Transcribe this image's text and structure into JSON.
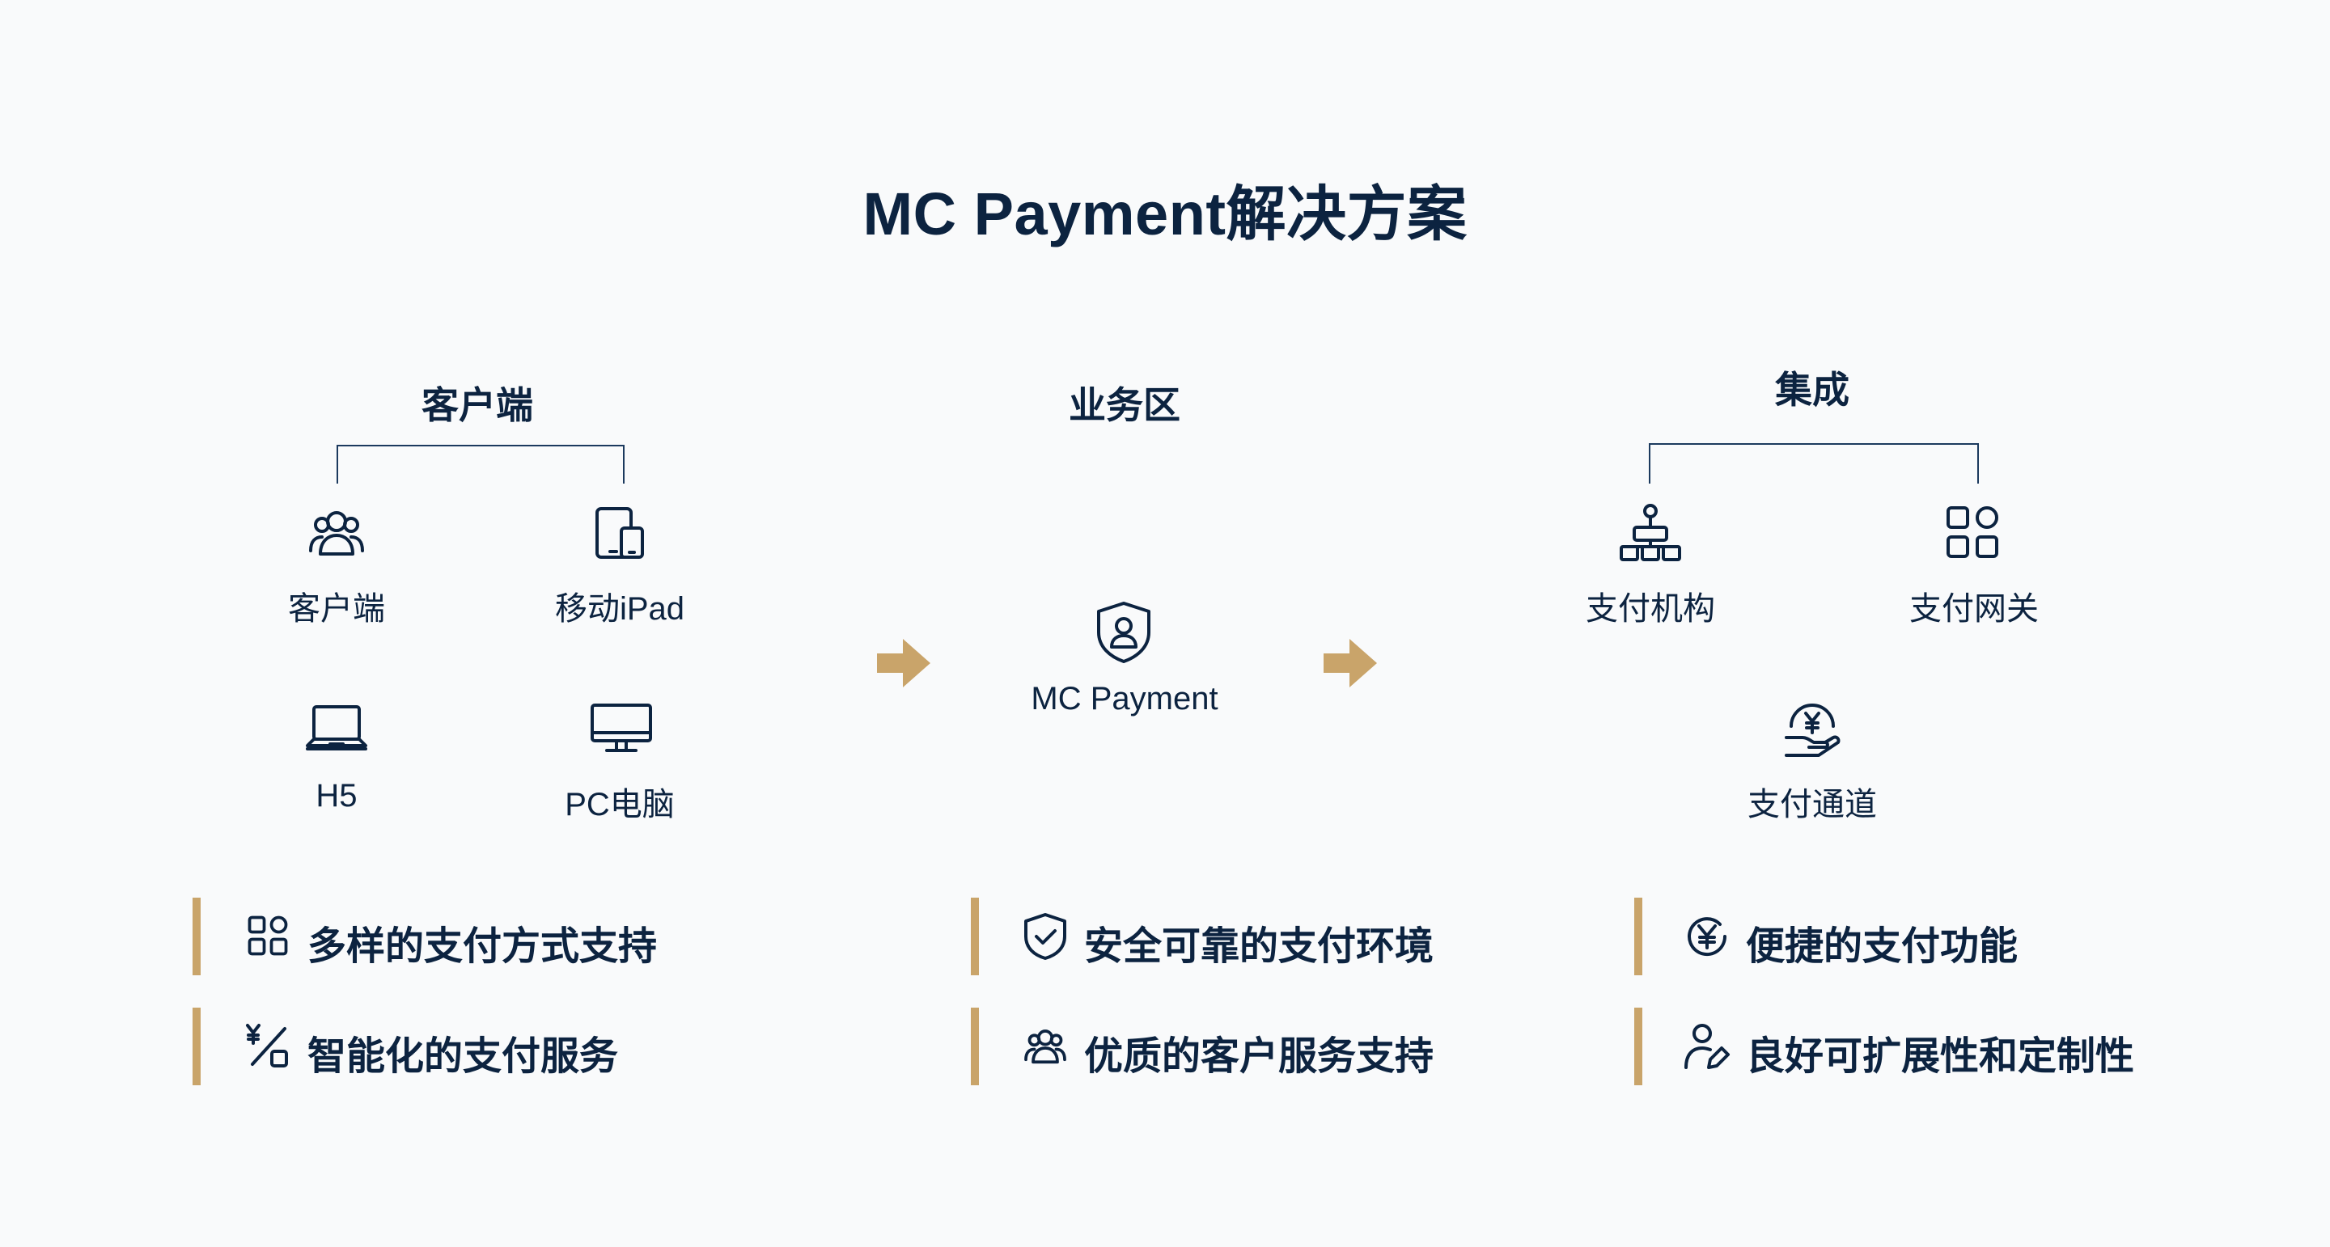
{
  "title": "MC Payment解决方案",
  "columns": {
    "client": {
      "title": "客户端",
      "nodes": [
        {
          "label": "客户端",
          "icon": "users-icon"
        },
        {
          "label": "移动iPad",
          "icon": "tablet-phone-icon"
        },
        {
          "label": "H5",
          "icon": "laptop-icon"
        },
        {
          "label": "PC电脑",
          "icon": "monitor-icon"
        }
      ]
    },
    "business": {
      "title": "业务区",
      "node": {
        "label": "MC Payment",
        "icon": "shield-user-icon"
      }
    },
    "integration": {
      "title": "集成",
      "nodes": [
        {
          "label": "支付机构",
          "icon": "org-chart-icon"
        },
        {
          "label": "支付网关",
          "icon": "grid-apps-icon"
        },
        {
          "label": "支付通道",
          "icon": "hand-yen-icon"
        }
      ]
    }
  },
  "features": [
    {
      "text": "多样的支付方式支持",
      "icon": "grid-apps-icon"
    },
    {
      "text": "安全可靠的支付环境",
      "icon": "shield-check-icon"
    },
    {
      "text": "便捷的支付功能",
      "icon": "yen-circle-icon"
    },
    {
      "text": "智能化的支付服务",
      "icon": "yen-percent-icon"
    },
    {
      "text": "优质的客户服务支持",
      "icon": "users-icon"
    },
    {
      "text": "良好可扩展性和定制性",
      "icon": "user-edit-icon"
    }
  ],
  "colors": {
    "navy": "#0c2340",
    "accent_gold": "#c9a46a",
    "background": "#f9fafb"
  }
}
